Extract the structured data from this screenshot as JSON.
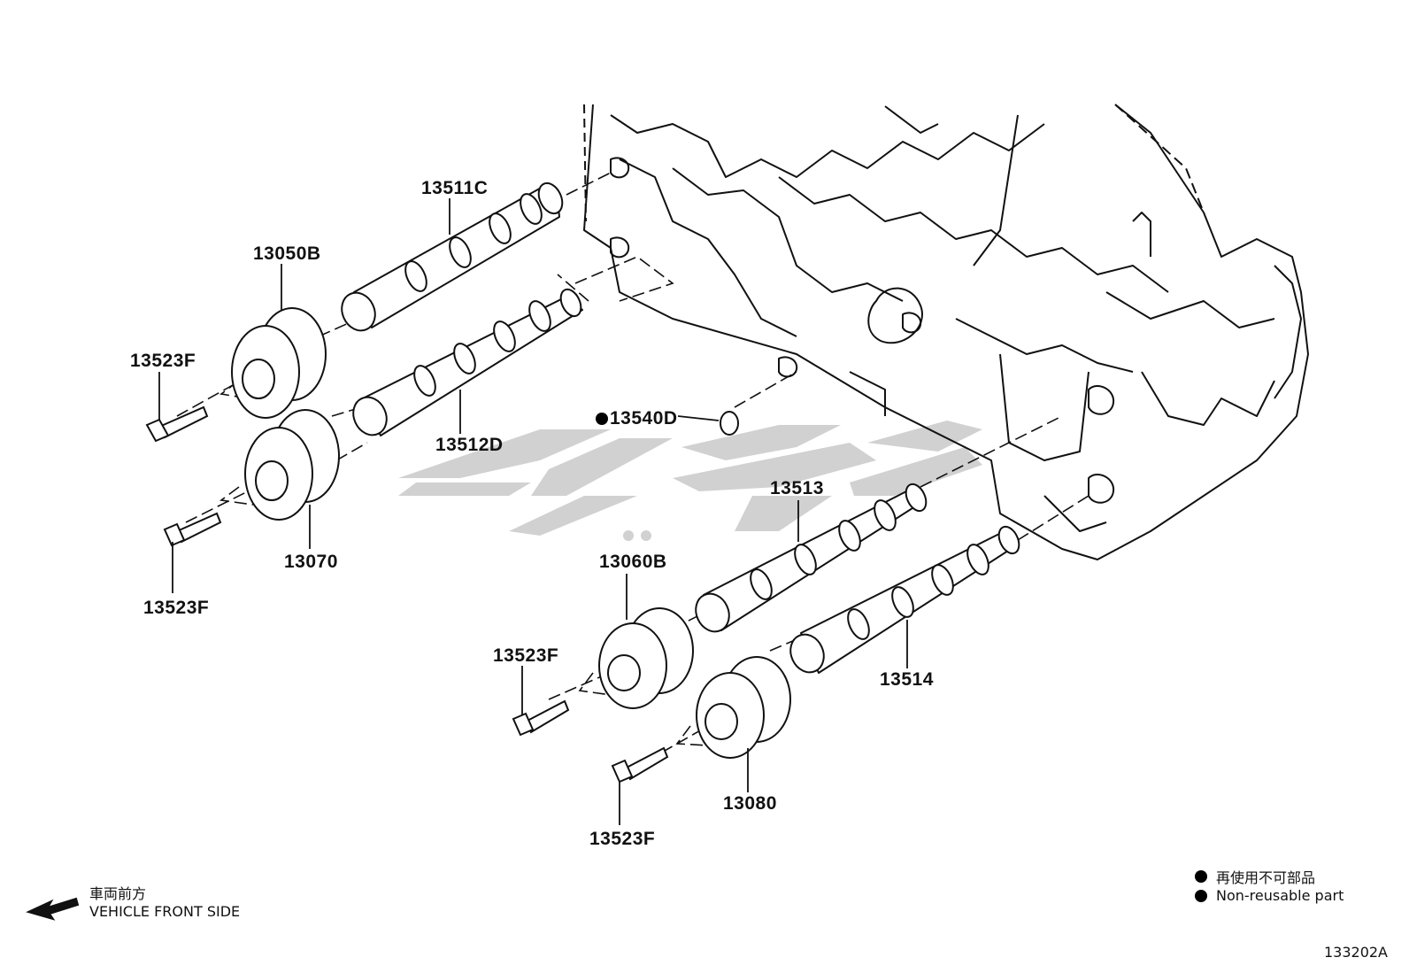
{
  "parts": {
    "p13511C": "13511C",
    "p13050B": "13050B",
    "p13523F_a": "13523F",
    "p13512D": "13512D",
    "p13540D": "13540D",
    "p13070": "13070",
    "p13523F_b": "13523F",
    "p13513": "13513",
    "p13060B": "13060B",
    "p13523F_c": "13523F",
    "p13514": "13514",
    "p13080": "13080",
    "p13523F_d": "13523F"
  },
  "legend": {
    "jp": "再使用不可部品",
    "en": "Non-reusable part"
  },
  "front": {
    "jp": "車両前方",
    "en": "VEHICLE FRONT SIDE"
  },
  "figure_code": "133202A",
  "colors": {
    "line": "#111111",
    "watermark": "#c9c9c9"
  }
}
